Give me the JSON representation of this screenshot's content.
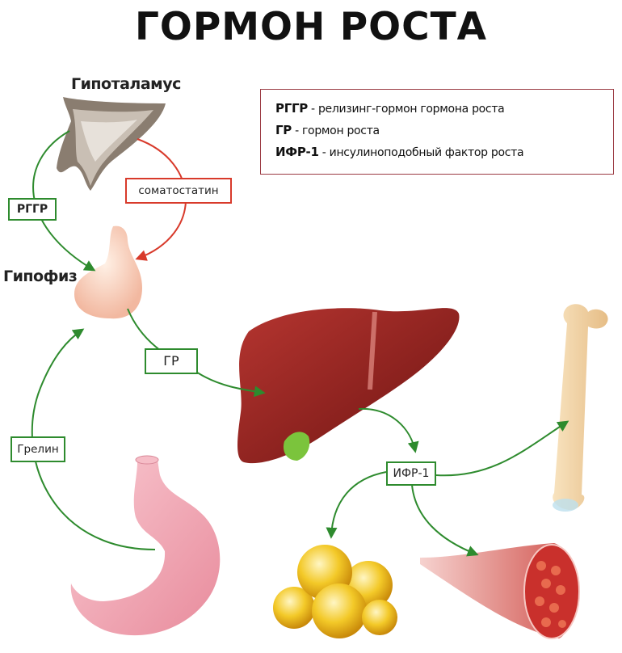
{
  "title": "ГОРМОН РОСТА",
  "labels": {
    "hypothalamus": "Гипоталамус",
    "pituitary": "Гипофиз"
  },
  "legend": [
    {
      "abbr": "РГГР",
      "desc": " - релизинг-гормон гормона роста"
    },
    {
      "abbr": "ГР",
      "desc": " - гормон роста"
    },
    {
      "abbr": "ИФР-1",
      "desc": " - инсулиноподобный фактор роста"
    }
  ],
  "boxes": {
    "rggr": "РГГР",
    "somatostatin": "соматостатин",
    "gr": "ГР",
    "ghrelin": "Грелин",
    "ifr1": "ИФР-1"
  },
  "colors": {
    "stimulation_arrow": "#2e8b2e",
    "inhibition_arrow": "#d83a2b",
    "legend_border": "#9b3b43",
    "liver": "#8e1f1c",
    "gallbladder": "#7bc43c",
    "stomach": "#f2a7b4",
    "bone": "#f3d6a8",
    "fat_cells": "#f0c419",
    "muscle": "#c9302c"
  },
  "icons": [
    "hypothalamus-icon",
    "pituitary-icon",
    "liver-icon",
    "stomach-icon",
    "bone-icon",
    "fat-cells-icon",
    "muscle-icon"
  ]
}
